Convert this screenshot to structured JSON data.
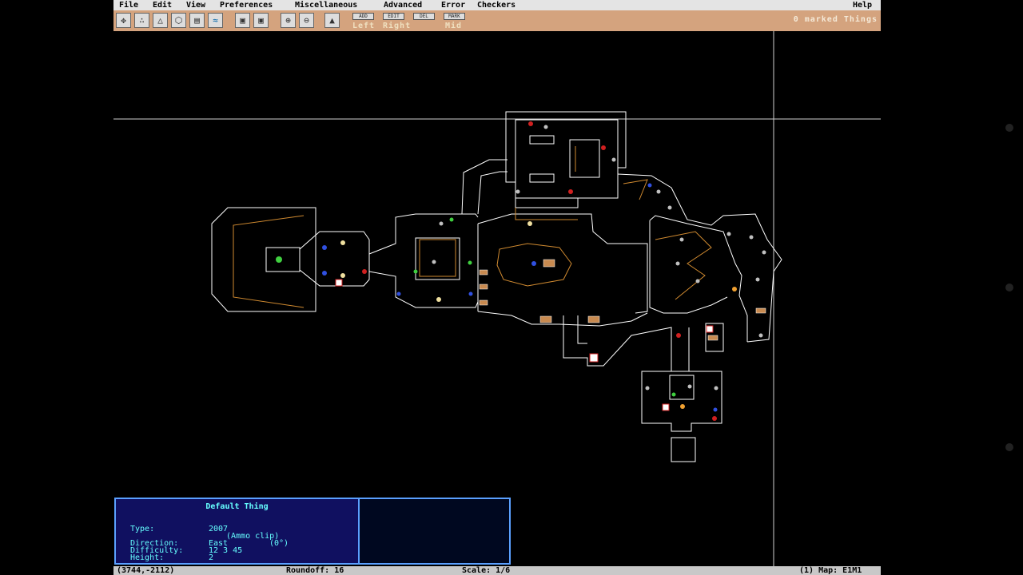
{
  "menu": {
    "file": "File",
    "edit": "Edit",
    "view": "View",
    "preferences": "Preferences",
    "misc": "Miscellaneous",
    "advanced": "Advanced",
    "error": "Error",
    "checkers": "Checkers",
    "help": "Help"
  },
  "toolbar": {
    "btn_add": "ADD",
    "btn_edit": "EDIT",
    "btn_del": "DEL",
    "btn_mark": "MARK",
    "label_left": "Left",
    "label_right": "Right",
    "label_mid": "Mid",
    "marked_things": "0 marked Things"
  },
  "info": {
    "title": "Default Thing",
    "type_label": "Type:",
    "type_value": "2007",
    "type_name": "(Ammo clip)",
    "direction_label": "Direction:",
    "direction_value": "East",
    "direction_angle": "(0°)",
    "difficulty_label": "Difficulty:",
    "difficulty_value": "12 3 45",
    "height_label": "Height:",
    "height_value": "2"
  },
  "status": {
    "coords": "(3744,-2112)",
    "roundoff": "Roundoff: 16",
    "scale": "Scale: 1/6",
    "map": "(1) Map: E1M1"
  },
  "colors": {
    "wall": "#ffffff",
    "step": "#d08a30",
    "accent": "#d4a37e",
    "panel_bg": "#101060",
    "panel_text": "#66ffff"
  }
}
